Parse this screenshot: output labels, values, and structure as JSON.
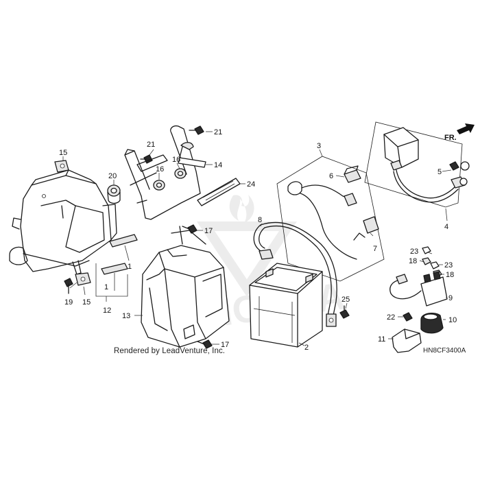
{
  "callouts": {
    "c1a": "1",
    "c1b": "1",
    "c2": "2",
    "c3": "3",
    "c4": "4",
    "c5": "5",
    "c6": "6",
    "c7": "7",
    "c8": "8",
    "c9": "9",
    "c10": "10",
    "c11": "11",
    "c12": "12",
    "c13": "13",
    "c14": "14",
    "c15a": "15",
    "c15b": "15",
    "c16": "16",
    "c17a": "17",
    "c17b": "17",
    "c18a": "18",
    "c18b": "18",
    "c19": "19",
    "c20": "20",
    "c21a": "21",
    "c21b": "21",
    "c22": "22",
    "c23a": "23",
    "c23b": "23",
    "c24": "24",
    "c25": "25"
  },
  "direction_label": "FR.",
  "credit": "Rendered by LeadVenture, Inc.",
  "diagram_code": "HN8CF3400A",
  "colors": {
    "line": "#1a1a1a",
    "watermark": "#d8d8d8"
  }
}
